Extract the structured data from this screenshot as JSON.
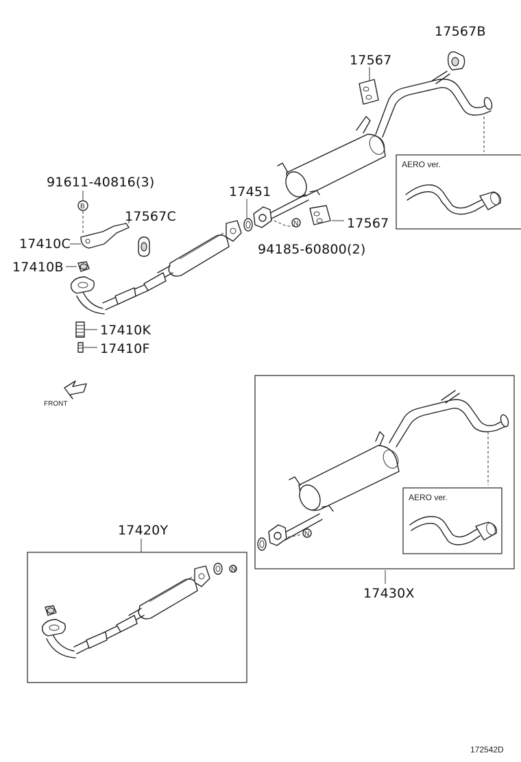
{
  "labels": {
    "p17567B": "17567B",
    "p17567_top": "17567",
    "p91611": "91611-40816(3)",
    "p17567C": "17567C",
    "p17451": "17451",
    "p17567_mid": "17567",
    "p17410C": "17410C",
    "p94185": "94185-60800(2)",
    "p17410B": "17410B",
    "p17410K": "17410K",
    "p17410F": "17410F",
    "p17420Y": "17420Y",
    "p17430X": "17430X",
    "diagram_id": "172542D"
  },
  "text": {
    "aero_top": "AERO ver.",
    "aero_bottom": "AERO ver.",
    "front": "FRONT",
    "marker_b": "B",
    "marker_n": "N"
  }
}
